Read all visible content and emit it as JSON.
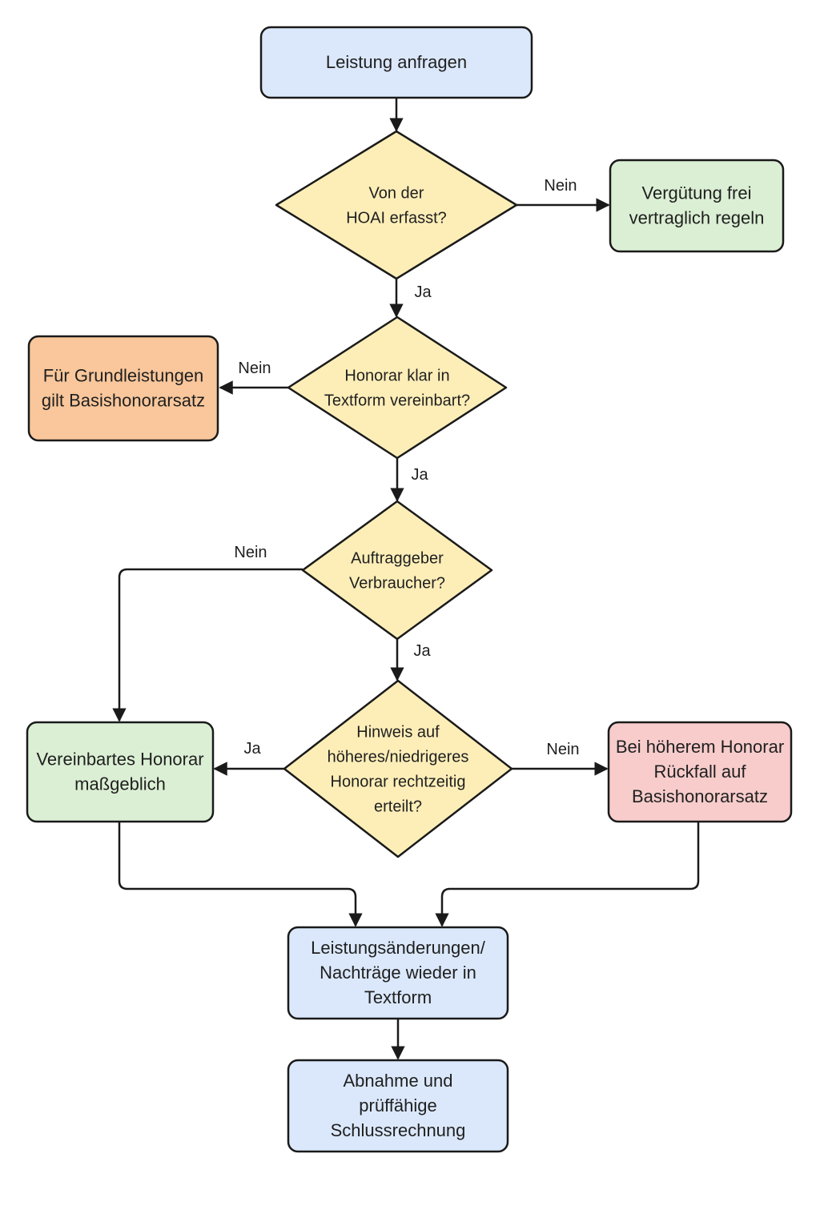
{
  "colors": {
    "blue": "#dbe8fb",
    "yellow": "#fdeeb8",
    "green": "#dbefd4",
    "orange": "#f9c79b",
    "red": "#f7cccb",
    "stroke": "#1a1a1a"
  },
  "nodes": {
    "start": {
      "shape": "box",
      "color": "blue",
      "lines": [
        "Leistung anfragen"
      ]
    },
    "q_hoai": {
      "shape": "diamond",
      "color": "yellow",
      "lines": [
        "Von der",
        "HOAI erfasst?"
      ]
    },
    "free": {
      "shape": "box",
      "color": "green",
      "lines": [
        "Vergütung frei",
        "vertraglich regeln"
      ]
    },
    "q_textform": {
      "shape": "diamond",
      "color": "yellow",
      "lines": [
        "Honorar klar in",
        "Textform vereinbart?"
      ]
    },
    "basis": {
      "shape": "box",
      "color": "orange",
      "lines": [
        "Für Grundleistungen",
        "gilt Basishonorarsatz"
      ]
    },
    "q_verbraucher": {
      "shape": "diamond",
      "color": "yellow",
      "lines": [
        "Auftraggeber",
        "Verbraucher?"
      ]
    },
    "q_hinweis": {
      "shape": "diamond",
      "color": "yellow",
      "lines": [
        "Hinweis auf",
        "höheres/niedrigeres",
        "Honorar rechtzeitig",
        "erteilt?"
      ]
    },
    "vereinbart": {
      "shape": "box",
      "color": "green",
      "lines": [
        "Vereinbartes Honorar",
        "maßgeblich"
      ]
    },
    "rueckfall": {
      "shape": "box",
      "color": "red",
      "lines": [
        "Bei höherem Honorar",
        "Rückfall auf",
        "Basishonorarsatz"
      ]
    },
    "aenderungen": {
      "shape": "box",
      "color": "blue",
      "lines": [
        "Leistungsänderungen/",
        "Nachträge wieder in",
        "Textform"
      ]
    },
    "abnahme": {
      "shape": "box",
      "color": "blue",
      "lines": [
        "Abnahme und",
        "prüffähige",
        "Schlussrechnung"
      ]
    }
  },
  "edges": [
    {
      "from": "start",
      "to": "q_hoai",
      "label": ""
    },
    {
      "from": "q_hoai",
      "to": "free",
      "label": "Nein"
    },
    {
      "from": "q_hoai",
      "to": "q_textform",
      "label": "Ja"
    },
    {
      "from": "q_textform",
      "to": "basis",
      "label": "Nein"
    },
    {
      "from": "q_textform",
      "to": "q_verbraucher",
      "label": "Ja"
    },
    {
      "from": "q_verbraucher",
      "to": "vereinbart",
      "label": "Nein"
    },
    {
      "from": "q_verbraucher",
      "to": "q_hinweis",
      "label": "Ja"
    },
    {
      "from": "q_hinweis",
      "to": "vereinbart",
      "label": "Ja"
    },
    {
      "from": "q_hinweis",
      "to": "rueckfall",
      "label": "Nein"
    },
    {
      "from": "vereinbart",
      "to": "aenderungen",
      "label": ""
    },
    {
      "from": "rueckfall",
      "to": "aenderungen",
      "label": ""
    },
    {
      "from": "aenderungen",
      "to": "abnahme",
      "label": ""
    }
  ]
}
